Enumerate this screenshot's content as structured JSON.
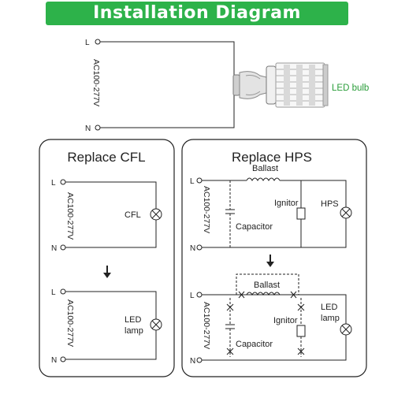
{
  "title": "Installation Diagram",
  "top": {
    "l_label": "L",
    "n_label": "N",
    "voltage": "AC100-277V",
    "bulb_label": "LED bulb"
  },
  "cfl_panel": {
    "title": "Replace CFL",
    "before": {
      "l": "L",
      "n": "N",
      "voltage": "AC100-277V",
      "lamp": "CFL"
    },
    "after": {
      "l": "L",
      "n": "N",
      "voltage": "AC100-277V",
      "lamp_line1": "LED",
      "lamp_line2": "lamp"
    }
  },
  "hps_panel": {
    "title": "Replace HPS",
    "before": {
      "l": "L",
      "n": "N",
      "voltage": "AC100-277V",
      "ballast": "Ballast",
      "ignitor": "Ignitor",
      "lamp": "HPS",
      "capacitor": "Capacitor"
    },
    "after": {
      "l": "L",
      "n": "N",
      "voltage": "AC100-277V",
      "ballast": "Ballast",
      "ignitor": "Ignitor",
      "lamp_line1": "LED",
      "lamp_line2": "lamp",
      "capacitor": "Capacitor"
    }
  },
  "colors": {
    "banner": "#2db24a",
    "bulb_label": "#2a9d3a",
    "ink": "#222222"
  }
}
